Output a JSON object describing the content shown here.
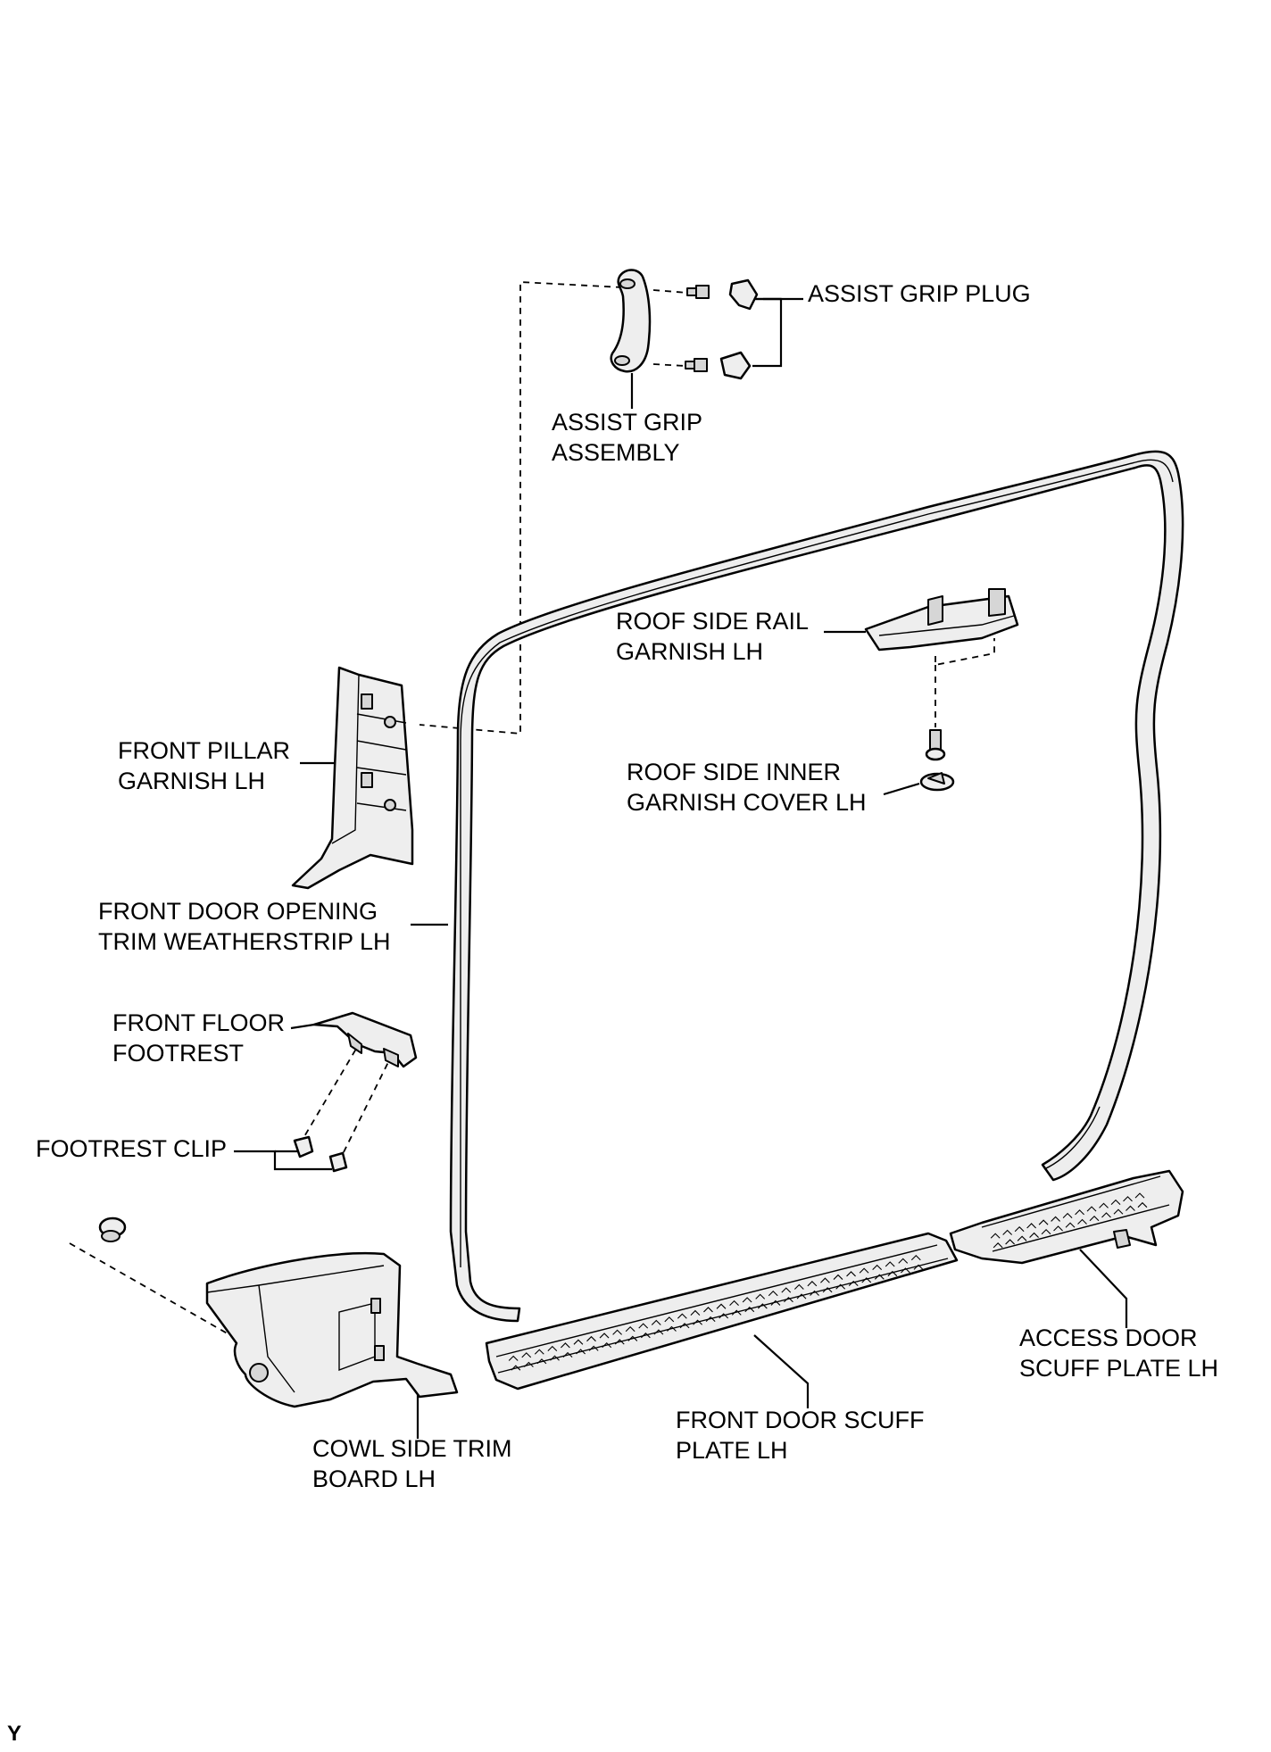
{
  "labels": {
    "assist_grip_plug": "ASSIST GRIP PLUG",
    "assist_grip_assembly": [
      "ASSIST GRIP",
      "ASSEMBLY"
    ],
    "roof_side_rail_garnish": [
      "ROOF SIDE RAIL",
      "GARNISH LH"
    ],
    "roof_side_inner_garnish_cover": [
      "ROOF SIDE INNER",
      "GARNISH COVER LH"
    ],
    "front_pillar_garnish": [
      "FRONT PILLAR",
      "GARNISH LH"
    ],
    "front_door_opening_trim_weatherstrip": [
      "FRONT DOOR OPENING",
      "TRIM WEATHERSTRIP LH"
    ],
    "front_floor_footrest": [
      "FRONT FLOOR",
      "FOOTREST"
    ],
    "footrest_clip": "FOOTREST CLIP",
    "cowl_side_trim_board": [
      "COWL SIDE TRIM",
      "BOARD LH"
    ],
    "front_door_scuff_plate": [
      "FRONT DOOR SCUFF",
      "PLATE LH"
    ],
    "access_door_scuff_plate": [
      "ACCESS DOOR",
      "SCUFF PLATE LH"
    ]
  },
  "corner_mark": "Y"
}
